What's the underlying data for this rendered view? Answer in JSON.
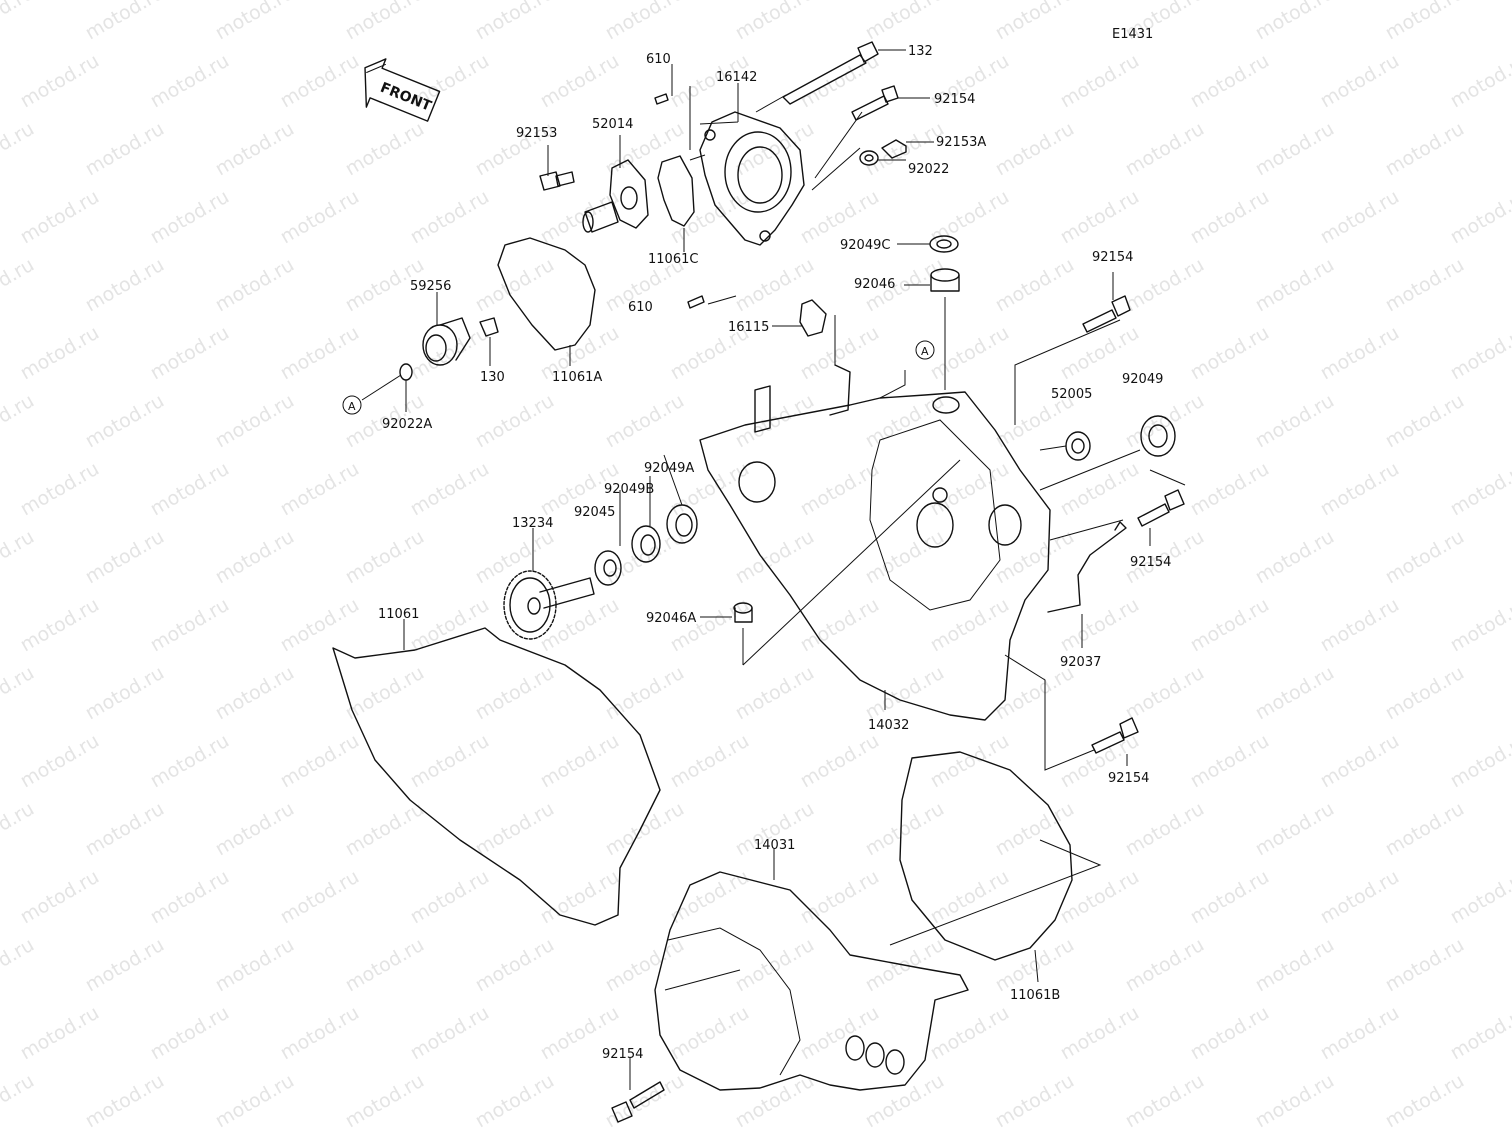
{
  "diagram": {
    "code": "E1431",
    "front_label": "FRONT",
    "watermark": "motod.ru",
    "ref_marker": "A",
    "callouts": [
      "132",
      "92154",
      "92153A",
      "92022",
      "610",
      "16142",
      "52014",
      "92153",
      "11061C",
      "610",
      "59256",
      "130",
      "11061A",
      "92022A",
      "92049C",
      "92046",
      "16115",
      "92154",
      "52005",
      "92049",
      "92049A",
      "92049B",
      "92045",
      "13234",
      "92154",
      "92037",
      "92046A",
      "11061",
      "14032",
      "92154",
      "14031",
      "11061B",
      "92154"
    ]
  }
}
